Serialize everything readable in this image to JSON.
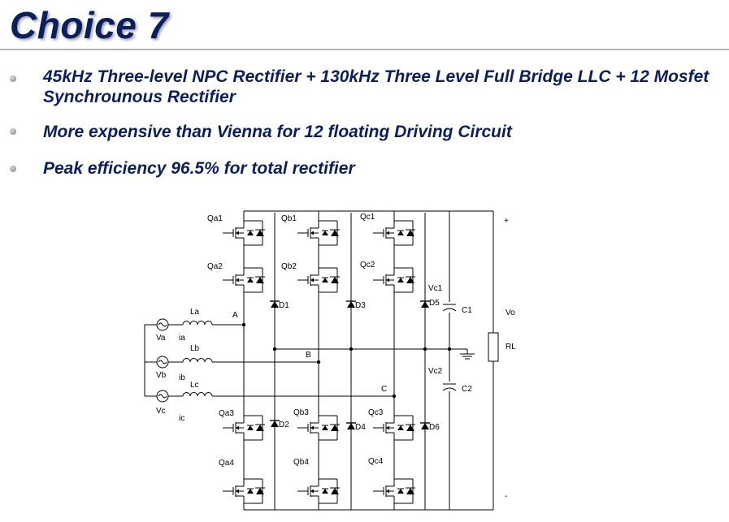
{
  "slide": {
    "title": "Choice 7",
    "bullets": [
      "45kHz Three-level NPC Rectifier + 130kHz Three Level Full Bridge LLC + 12 Mosfet Synchrounous Rectifier",
      "More expensive than Vienna for 12 floating Driving Circuit",
      "Peak efficiency 96.5% for total rectifier"
    ]
  },
  "schematic": {
    "switch_labels": [
      "Qa1",
      "Qb1",
      "Qc1",
      "Qa2",
      "Qb2",
      "Qc2",
      "Qa3",
      "Qb3",
      "Qc3",
      "Qa4",
      "Qb4",
      "Qc4"
    ],
    "diode_labels": [
      "D1",
      "D2",
      "D3",
      "D4",
      "D5",
      "D6"
    ],
    "source_labels": [
      "Va",
      "Vb",
      "Vc"
    ],
    "current_labels": [
      "ia",
      "ib",
      "ic"
    ],
    "inductor_labels": [
      "La",
      "Lb",
      "Lc"
    ],
    "node_labels": [
      "A",
      "B",
      "C"
    ],
    "capacitor_labels": [
      "C1",
      "C2"
    ],
    "capacitor_voltage_labels": [
      "Vc1",
      "Vc2"
    ],
    "load_label": "RL",
    "output_label": "Vo",
    "plus_label": "+",
    "minus_label": "-"
  }
}
